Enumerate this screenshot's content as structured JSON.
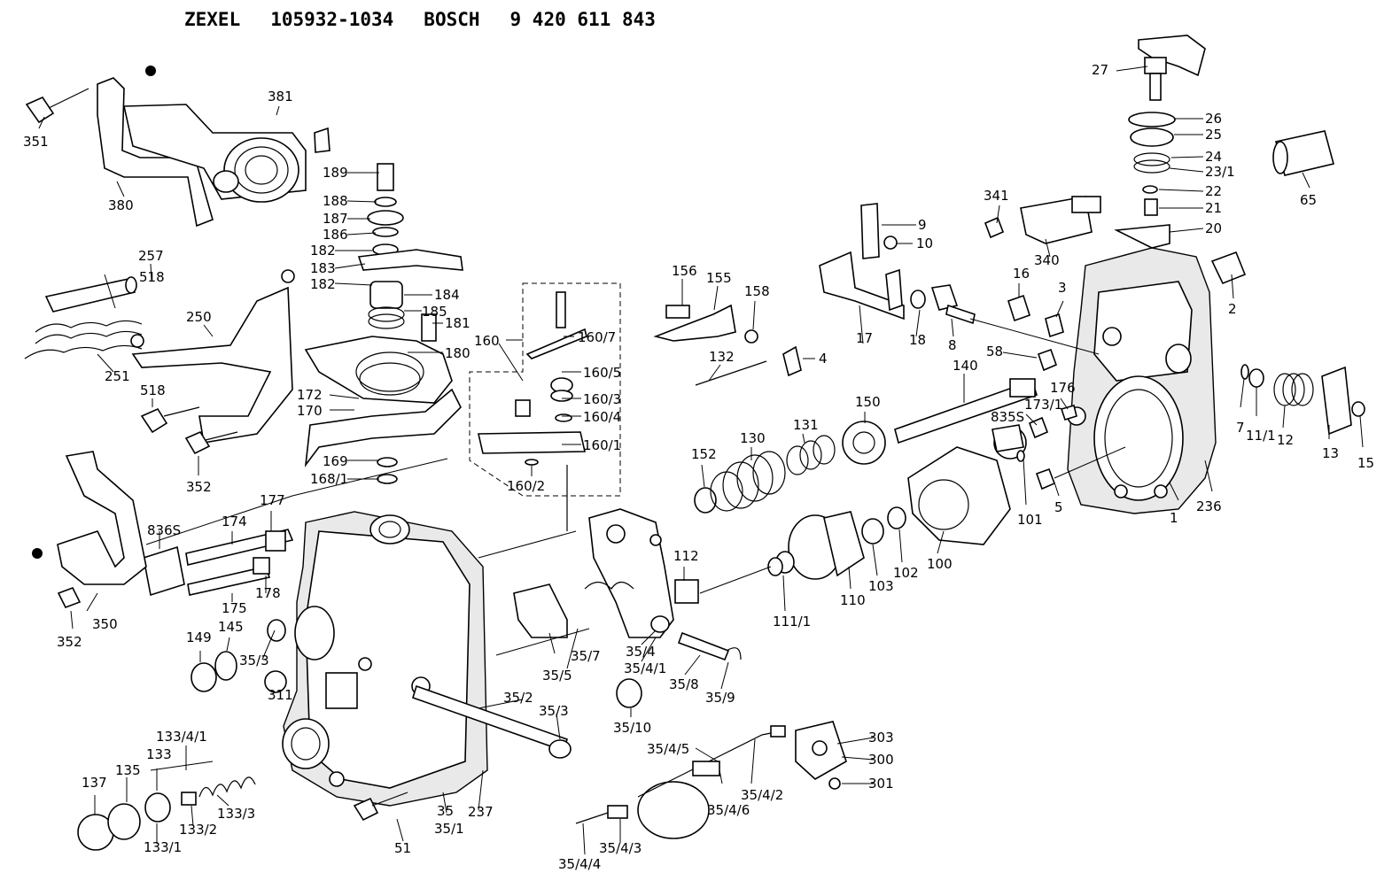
{
  "header": {
    "brand_1": "ZEXEL",
    "number_1": "105932-1034",
    "brand_2": "BOSCH",
    "number_2": "9 420 611 843"
  },
  "callouts": [
    "351",
    "381",
    "380",
    "189",
    "188",
    "187",
    "186",
    "182",
    "183",
    "182",
    "184",
    "185",
    "181",
    "180",
    "257",
    "518",
    "250",
    "251",
    "518",
    "352",
    "172",
    "170",
    "169",
    "168/1",
    "836S",
    "174",
    "177",
    "175",
    "178",
    "350",
    "352",
    "149",
    "145",
    "35/3",
    "311",
    "35/2",
    "35/3",
    "133/4/1",
    "133",
    "135",
    "137",
    "133/1",
    "133/2",
    "133/3",
    "51",
    "35",
    "35/1",
    "237",
    "160",
    "160/7",
    "160/5",
    "160/3",
    "160/4",
    "160/1",
    "160/2",
    "156",
    "155",
    "158",
    "132",
    "4",
    "152",
    "130",
    "131",
    "150",
    "140",
    "112",
    "35/5",
    "35/7",
    "35/4",
    "35/4/1",
    "35/8",
    "35/9",
    "35/10",
    "111/1",
    "110",
    "103",
    "102",
    "100",
    "101",
    "835S",
    "173/1",
    "176",
    "58",
    "5",
    "17",
    "18",
    "8",
    "9",
    "10",
    "341",
    "340",
    "16",
    "3",
    "27",
    "26",
    "25",
    "24",
    "23/1",
    "22",
    "21",
    "20",
    "65",
    "2",
    "7",
    "11/1",
    "12",
    "13",
    "15",
    "1",
    "236",
    "303",
    "300",
    "301",
    "35/4/5",
    "35/4/6",
    "35/4/2",
    "35/4/3",
    "35/4/4"
  ]
}
